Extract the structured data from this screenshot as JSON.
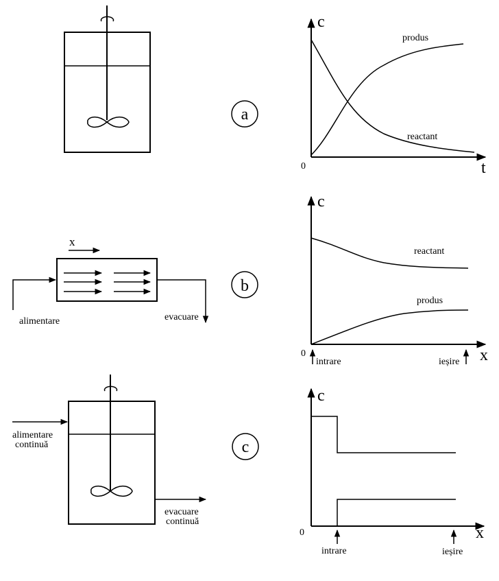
{
  "panels": {
    "a": {
      "label": "a",
      "chart": {
        "y_axis": "c",
        "x_axis": "t",
        "origin": "0",
        "curve_top": "produs",
        "curve_bottom": "reactant"
      }
    },
    "b": {
      "label": "b",
      "diagram": {
        "direction": "x",
        "inlet": "alimentare",
        "outlet": "evacuare"
      },
      "chart": {
        "y_axis": "c",
        "x_axis": "x",
        "origin": "0",
        "curve_top": "reactant",
        "curve_bottom": "produs",
        "marker_in": "intrare",
        "marker_out": "ieșire"
      }
    },
    "c": {
      "label": "c",
      "diagram": {
        "inlet_1": "alimentare",
        "inlet_2": "continuă",
        "outlet_1": "evacuare",
        "outlet_2": "continuă"
      },
      "chart": {
        "y_axis": "c",
        "x_axis": "x",
        "origin": "0",
        "marker_in": "intrare",
        "marker_out": "ieșire"
      }
    }
  }
}
